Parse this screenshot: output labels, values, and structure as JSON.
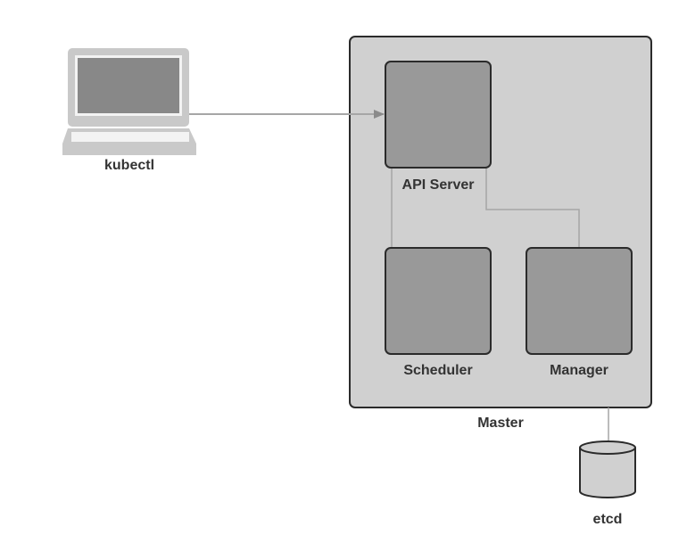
{
  "diagram": {
    "client": {
      "label": "kubectl",
      "icon": "laptop-icon"
    },
    "master": {
      "label": "Master",
      "components": {
        "api_server": "API Server",
        "scheduler": "Scheduler",
        "manager": "Manager"
      }
    },
    "store": {
      "label": "etcd",
      "icon": "database-icon"
    },
    "colors": {
      "master_fill": "#d0d0d0",
      "component_fill": "#999999",
      "laptop_frame": "#c9c9c9",
      "laptop_screen": "#888888",
      "connector": "#a6a6a6",
      "outline": "#2b2b2b"
    }
  }
}
